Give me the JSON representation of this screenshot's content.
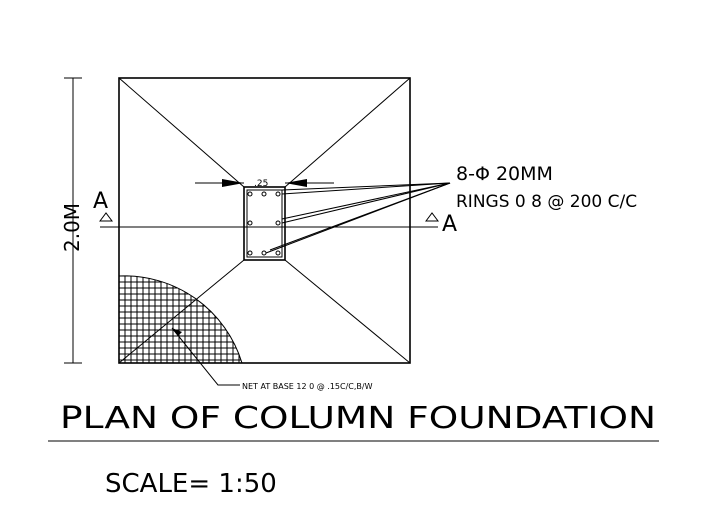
{
  "dimension_label": "2.0M",
  "section_marker_left": "A",
  "section_marker_right": "A",
  "column_size_label": ".25",
  "reinforcement_main": "8-Φ 20MM",
  "reinforcement_rings": "RINGS 0 8 @ 200 C/C",
  "net_note": "NET AT BASE 12 0 @ .15C/C,B/W",
  "title": "PLAN OF COLUMN FOUNDATION",
  "scale": "SCALE= 1:50"
}
